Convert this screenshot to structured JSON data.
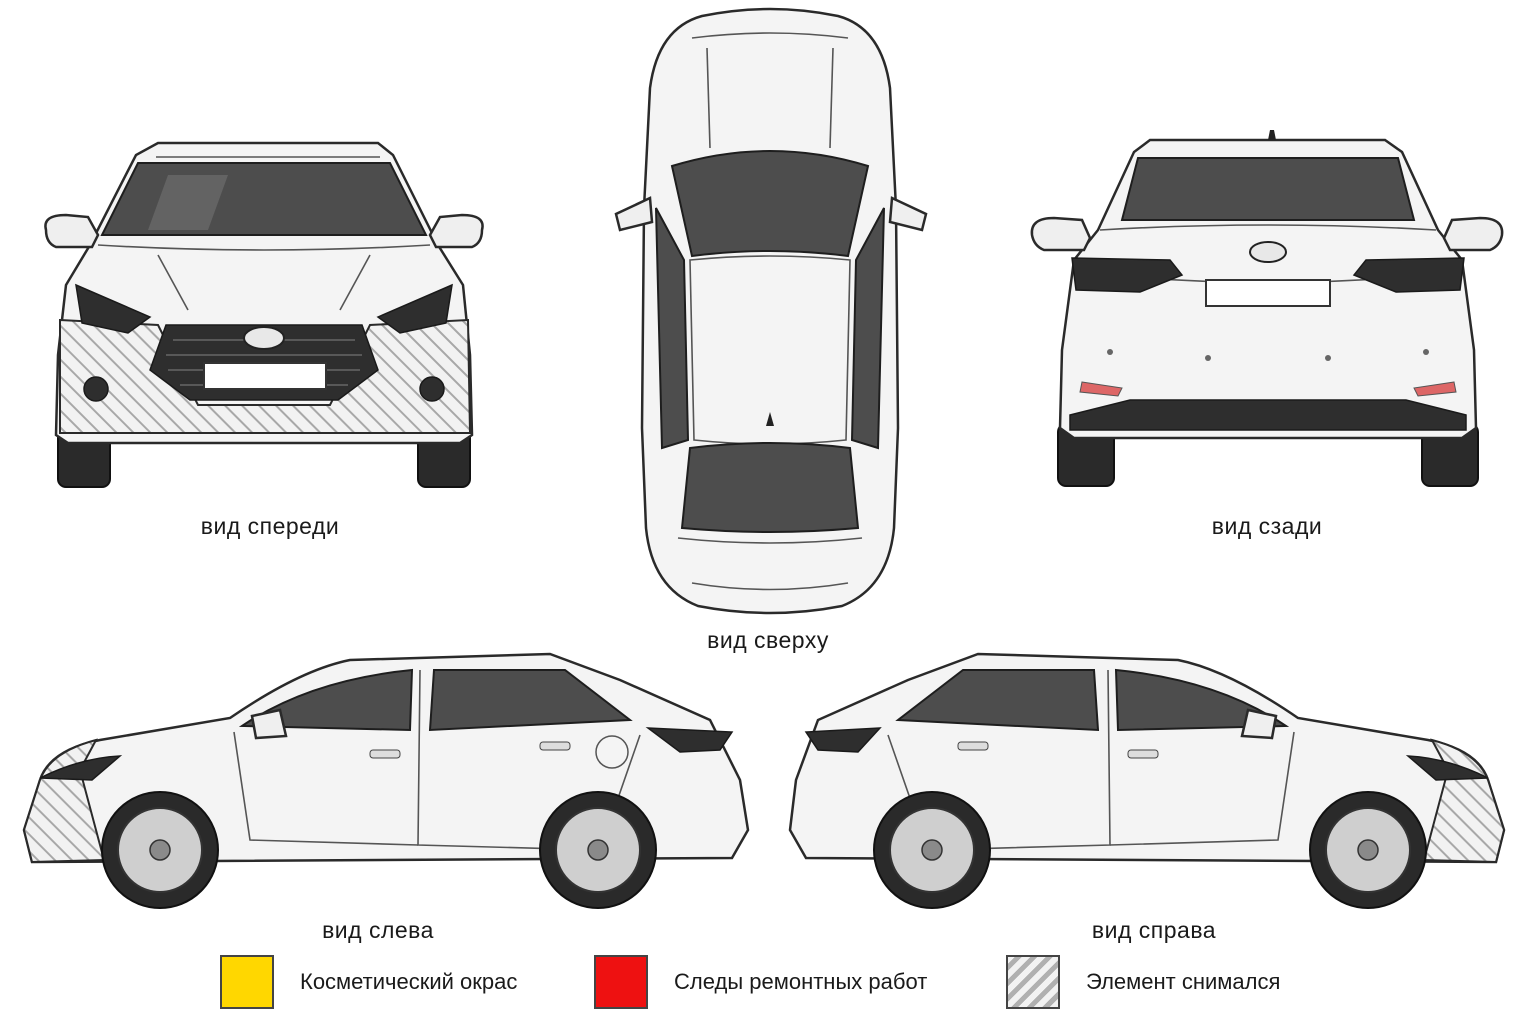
{
  "views": {
    "front": {
      "label": "вид спереди"
    },
    "rear": {
      "label": "вид сзади"
    },
    "top": {
      "label": "вид сверху"
    },
    "left": {
      "label": "вид слева"
    },
    "right": {
      "label": "вид справа"
    }
  },
  "legend": [
    {
      "label": "Косметический окрас",
      "color": "#ffd700",
      "pattern": "solid"
    },
    {
      "label": "Следы ремонтных работ",
      "color": "#ee1111",
      "pattern": "solid"
    },
    {
      "label": "Элемент снимался",
      "color": "#b0b0b0",
      "pattern": "hatch"
    }
  ],
  "marked_elements": {
    "front": [
      "front-bumper"
    ],
    "left": [
      "front-bumper"
    ],
    "right": [
      "front-bumper"
    ]
  }
}
